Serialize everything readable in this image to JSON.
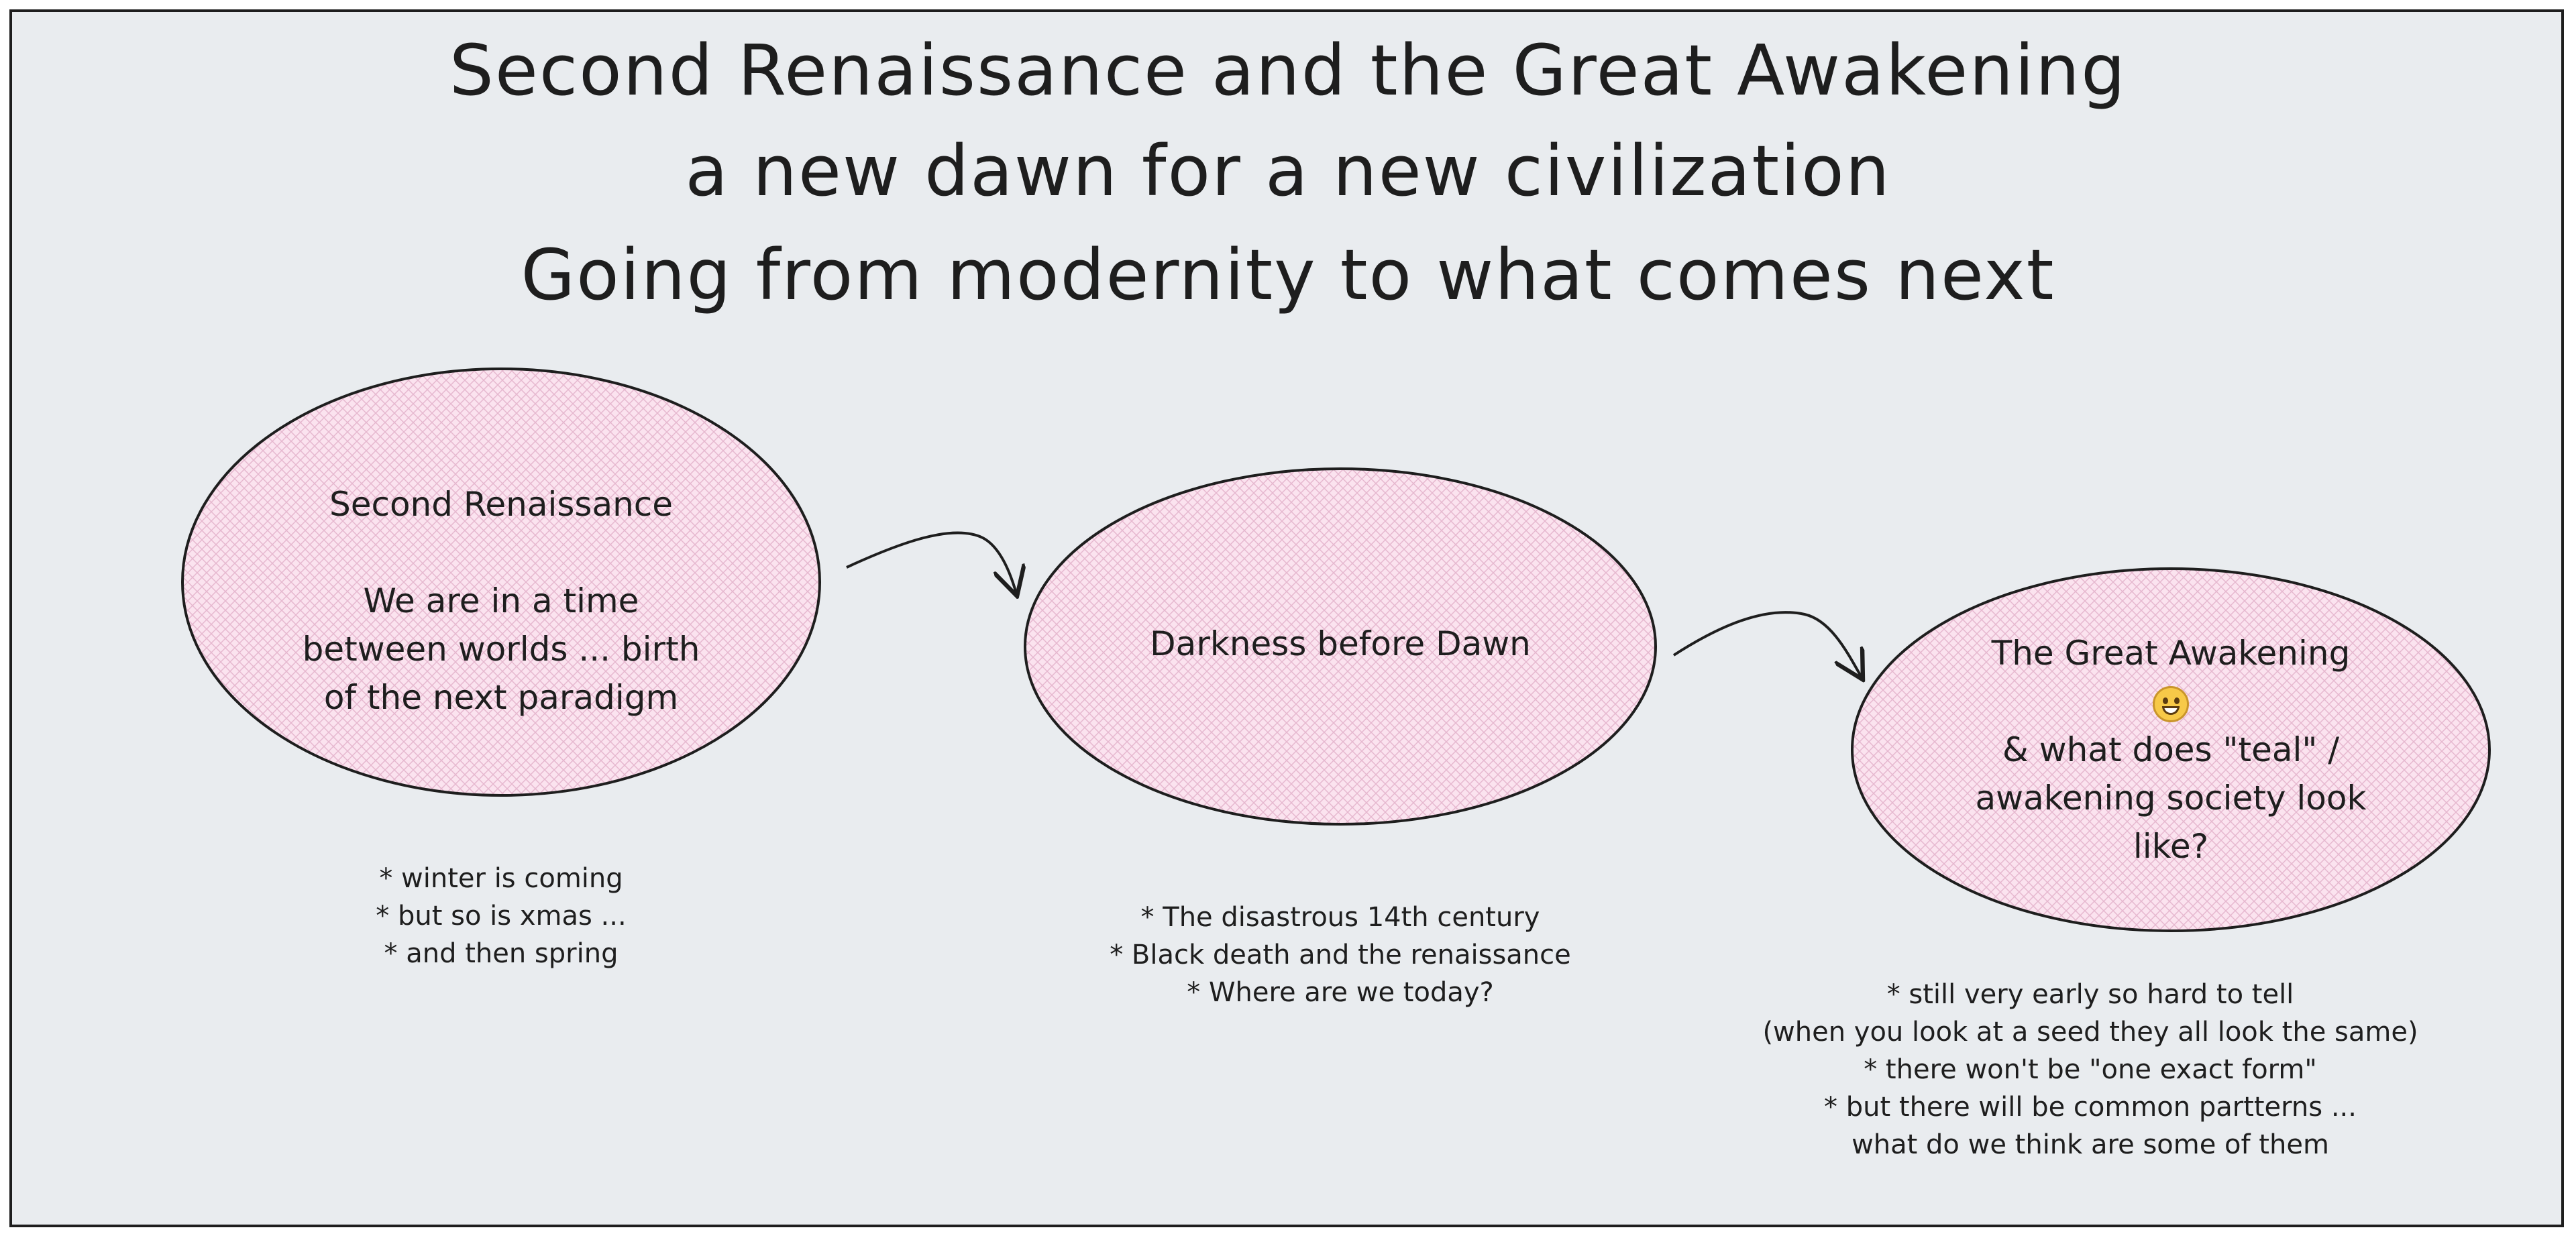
{
  "title": {
    "line1": "Second Renaissance and the Great Awakening",
    "line2": "a new dawn for a new civilization",
    "line3": "Going from modernity to what comes next"
  },
  "nodes": [
    {
      "heading": "Second Renaissance",
      "body": [
        "We are in a time",
        "between worlds ... birth",
        "of the next paradigm"
      ]
    },
    {
      "heading": "Darkness before Dawn",
      "body": []
    },
    {
      "heading": "The Great Awakening",
      "emoji": "grinning-face-emoji",
      "body": [
        "& what does \"teal\" /",
        "awakening society look",
        "like?"
      ]
    }
  ],
  "notes": [
    [
      "* winter is coming",
      "* but so is xmas ...",
      "* and then spring"
    ],
    [
      "* The disastrous 14th century",
      "* Black death and the renaissance",
      "* Where are we today?"
    ],
    [
      "* still very early so hard to tell",
      "(when you look at a seed they all look the same)",
      "* there won't be \"one exact form\"",
      "* but there will be common partterns ...",
      "what do we think are some of them"
    ]
  ],
  "colors": {
    "canvas": "#e9ecef",
    "ellipse_fill": "#fbe3ef",
    "hatch": "#e6b8cf",
    "stroke": "#1e1e1e"
  }
}
